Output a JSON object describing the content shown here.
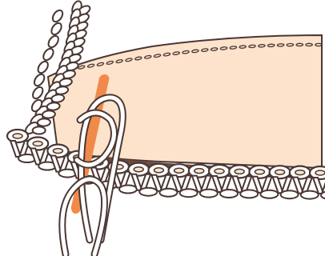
{
  "illustration": {
    "subject": "crochet-edging-on-leather-panel",
    "colors": {
      "panel_fill": "#fde3cc",
      "panel_stroke": "#4a3733",
      "panel_edge_shadow": "#6b4a3f",
      "stitch_fill": "#ffffff",
      "stitch_stroke": "#4a3733",
      "hook_fill": "#f08a4b",
      "background": "#ffffff"
    },
    "elements": [
      "leather-panel",
      "stitch-holes",
      "edge-chain",
      "hanging-chain",
      "crochet-hook",
      "working-yarn"
    ]
  }
}
